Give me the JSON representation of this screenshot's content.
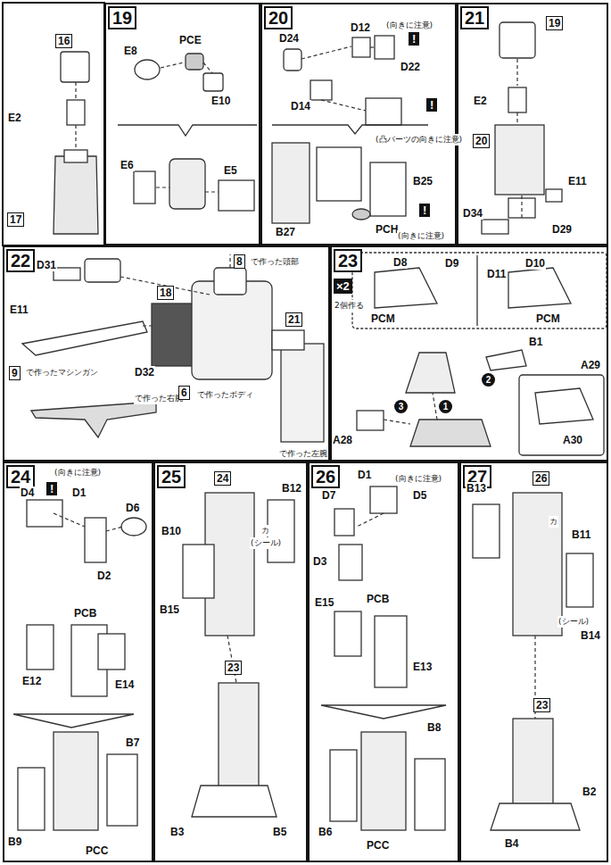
{
  "diagram": {
    "nodes": [
      {
        "text": [
          "19"
        ]
      },
      {
        "text": [
          "20"
        ]
      },
      {
        "text": [
          "21"
        ]
      },
      {
        "text": [
          "22"
        ]
      },
      {
        "text": [
          "23"
        ]
      },
      {
        "text": [
          "24"
        ]
      },
      {
        "text": [
          "25"
        ]
      },
      {
        "text": [
          "26"
        ]
      },
      {
        "text": [
          "27"
        ]
      }
    ],
    "labels": [
      "16",
      "E2",
      "17",
      "E8",
      "PCE",
      "E10",
      "E6",
      "E5",
      "D12",
      "D24",
      "(向きに注意)",
      "!",
      "D22",
      "D14",
      "!",
      "(凸パーツの向きに注意)",
      "B25",
      "B27",
      "PCH",
      "!",
      "(向きに注意)",
      "19",
      "E2",
      "20",
      "E11",
      "D34",
      "D29",
      "D31",
      "E11",
      "9",
      "で作ったマシンガン",
      "D32",
      "8",
      "で作った頭部",
      "18",
      "で作った右腕",
      "21",
      "で作った左腕",
      "6",
      "で作ったボディ",
      "×2",
      "2個作る",
      "D8",
      "D9",
      "D10",
      "D11",
      "PCM",
      "PCM",
      "B1",
      "A29",
      "A28",
      "A30",
      "1",
      "2",
      "3",
      "(向きに注意)",
      "D4",
      "!",
      "D1",
      "D6",
      "D2",
      "PCB",
      "E12",
      "E14",
      "B9",
      "B7",
      "PCC",
      "24",
      "B12",
      "B10",
      "カ",
      "(シール)",
      "B15",
      "23",
      "B3",
      "B5",
      "D1",
      "D7",
      "(向きに注意)",
      "D5",
      "D3",
      "E15",
      "PCB",
      "E13",
      "B6",
      "B8",
      "PCC",
      "26",
      "B13",
      "B11",
      "カ",
      "(シール)",
      "B14",
      "23",
      "B4",
      "B2"
    ]
  }
}
